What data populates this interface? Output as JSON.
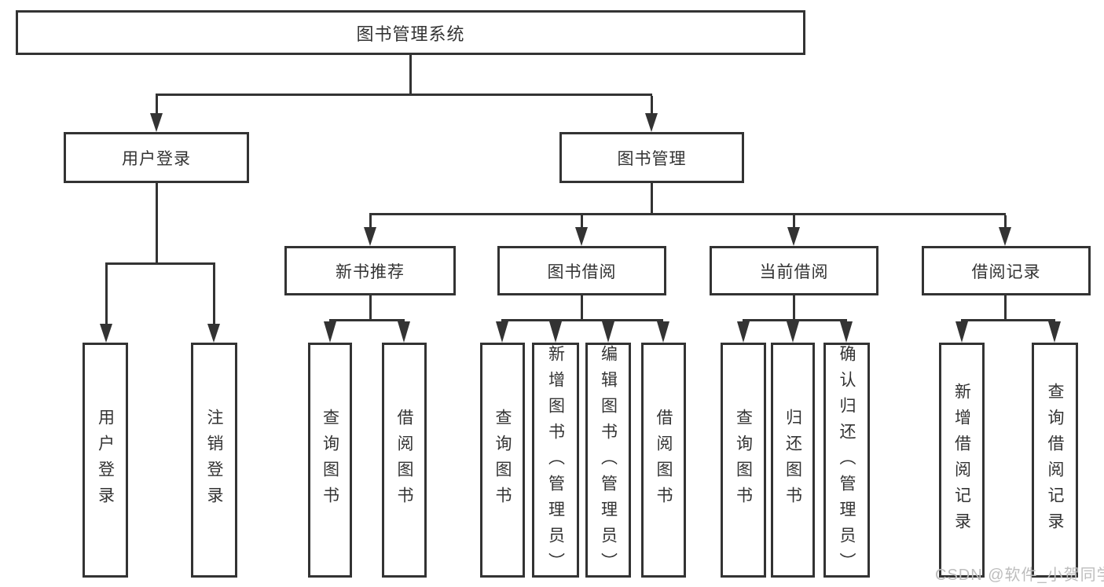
{
  "diagram_title": "图书管理系统",
  "tree": {
    "root": {
      "label": "图书管理系统"
    },
    "level2": [
      {
        "label": "用户登录"
      },
      {
        "label": "图书管理"
      }
    ],
    "level3": [
      {
        "label": "新书推荐"
      },
      {
        "label": "图书借阅"
      },
      {
        "label": "当前借阅"
      },
      {
        "label": "借阅记录"
      }
    ],
    "leaves": {
      "user_login": [
        "用户登录",
        "注销登录"
      ],
      "new_book_recommend": [
        "查询图书",
        "借阅图书"
      ],
      "book_borrowing": [
        "查询图书",
        "新增图书（管理员）",
        "编辑图书（管理员）",
        "借阅图书"
      ],
      "current_borrowing": [
        "查询图书",
        "归还图书",
        "确认归还（管理员）"
      ],
      "borrowing_records": [
        "新增借阅记录",
        "查询借阅记录"
      ]
    }
  },
  "watermark": {
    "text": "CSDN @软件_小贺同学"
  },
  "colors": {
    "line": "#333333",
    "box_border": "#333333",
    "text": "#333333",
    "background": "#ffffff",
    "watermark": "#bdbdbd"
  }
}
